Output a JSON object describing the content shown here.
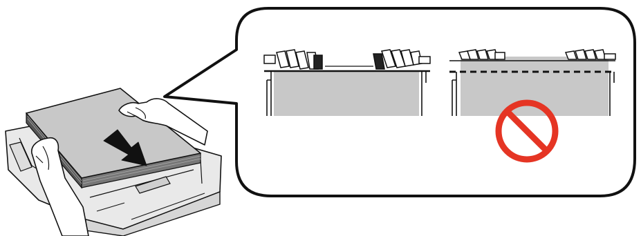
{
  "colors": {
    "paper": "#c8c8c8",
    "paper_edge": "#555555",
    "outline": "#111111",
    "tray": "#e9e9e9",
    "tray_shadow": "#cfcfcf",
    "hand": "#ffffff",
    "arrow": "#111111",
    "prohibit": "#e53524",
    "background": "#ffffff"
  },
  "icons": [
    "paper-tray-illustration",
    "paper-stack",
    "insert-arrow-icon",
    "hands-illustration",
    "speech-bubble-callout",
    "correct-load-detail",
    "incorrect-overfill-detail",
    "dashed-limit-line",
    "prohibited-icon"
  ],
  "panels": [
    {
      "name": "correct",
      "prohibited": false
    },
    {
      "name": "incorrect",
      "prohibited": true
    }
  ]
}
